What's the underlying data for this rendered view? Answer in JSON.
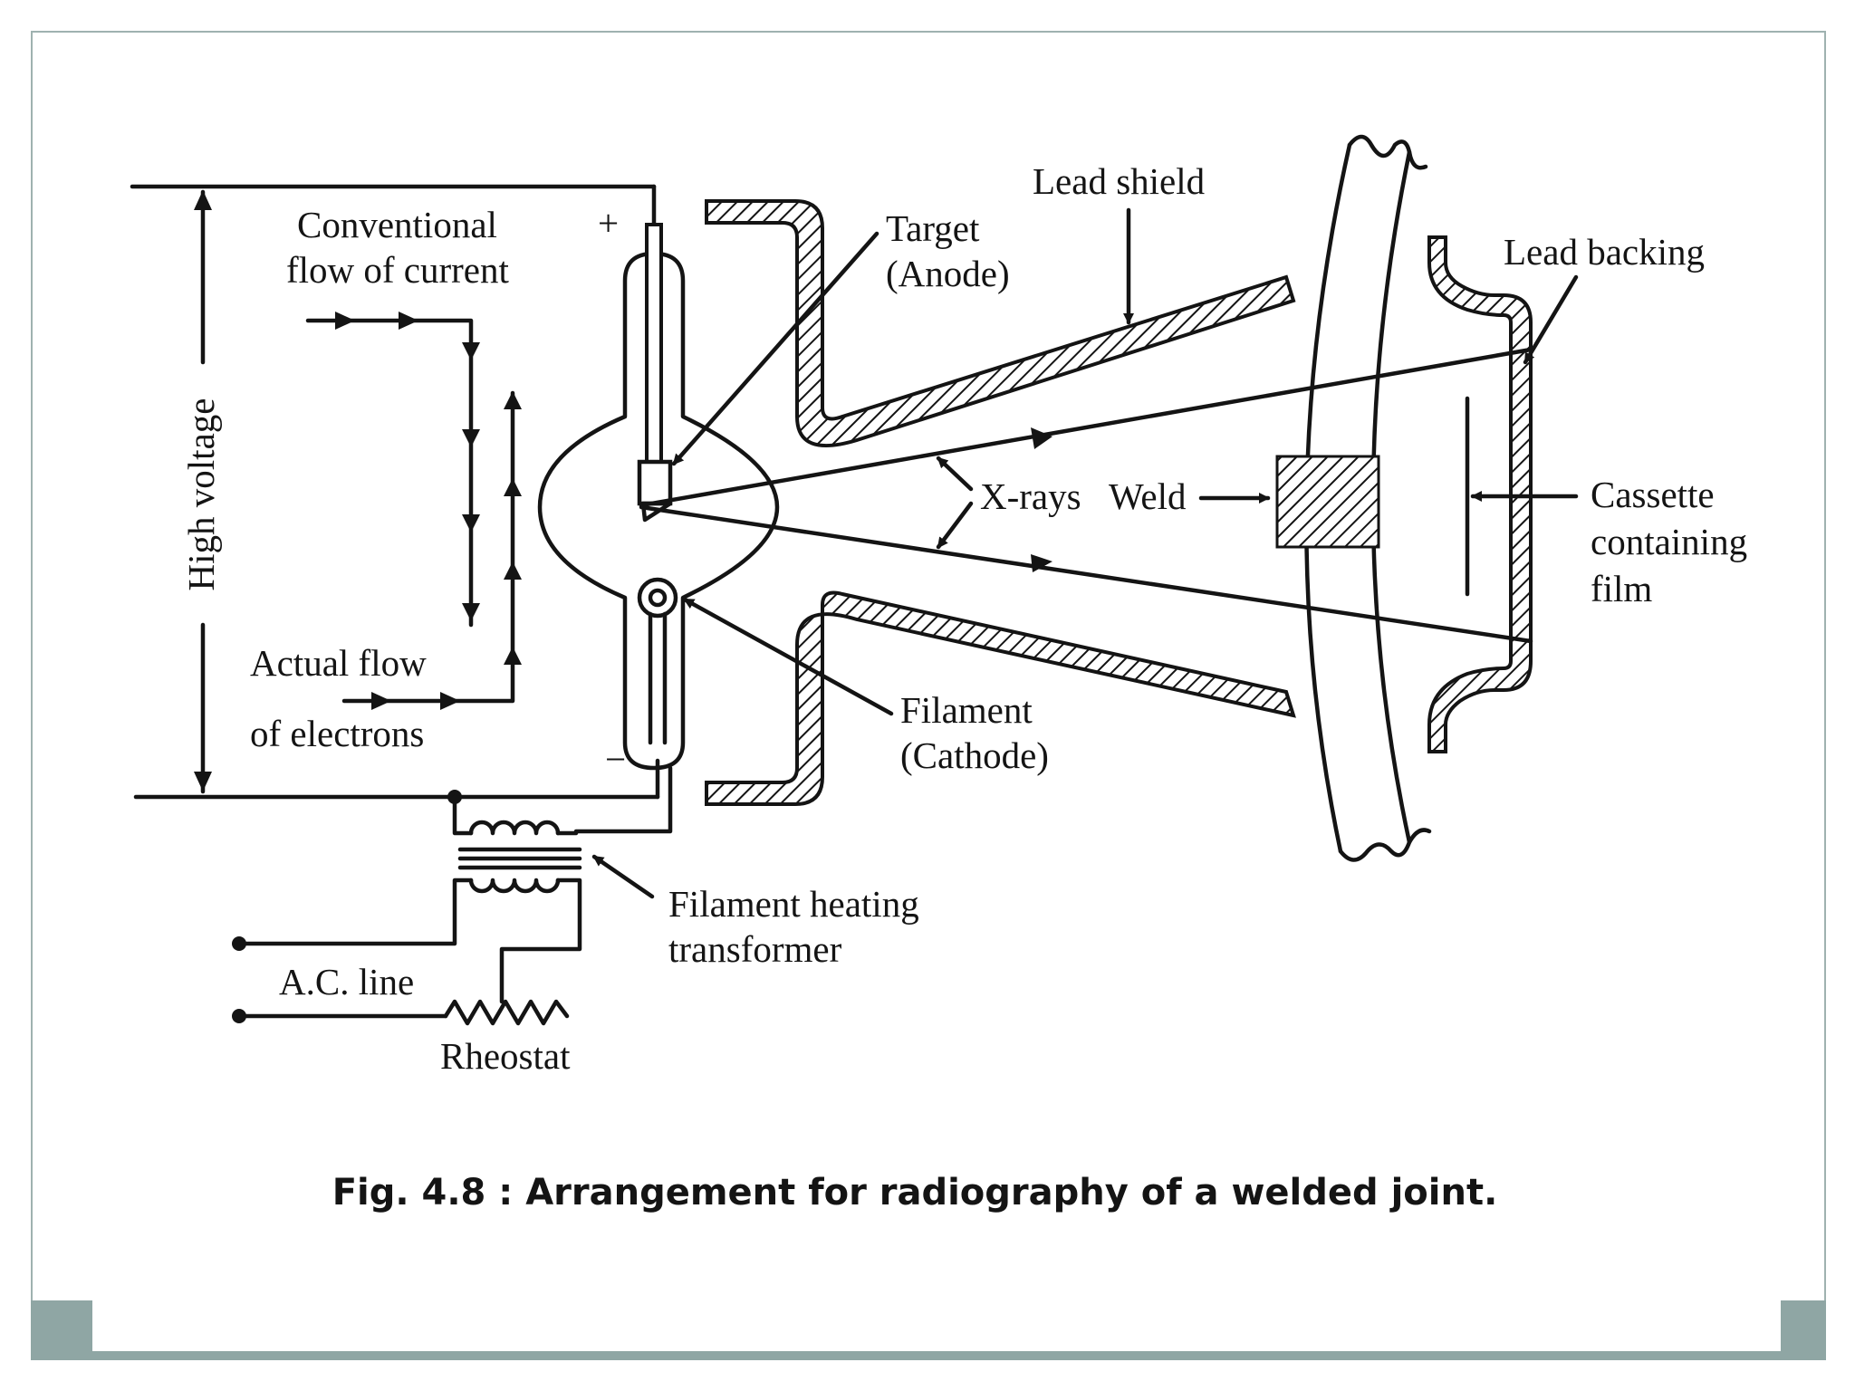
{
  "labels": {
    "high_voltage": "High voltage",
    "conventional_line1": "Conventional",
    "conventional_line2": "flow of current",
    "actual_line1": "Actual flow",
    "actual_line2": "of electrons",
    "plus": "+",
    "minus": "−",
    "target_line1": "Target",
    "target_line2": "(Anode)",
    "lead_shield": "Lead shield",
    "lead_backing": "Lead backing",
    "xrays": "X-rays",
    "weld": "Weld",
    "cassette_line1": "Cassette",
    "cassette_line2": "containing",
    "cassette_line3": "film",
    "filament_line1": "Filament",
    "filament_line2": "(Cathode)",
    "filament_transformer_line1": "Filament heating",
    "filament_transformer_line2": "transformer",
    "ac_line": "A.C. line",
    "rheostat": "Rheostat"
  },
  "caption": "Fig. 4.8 : Arrangement for radiography of a welded joint.",
  "colors": {
    "ink": "#141414",
    "frame": "#9fb2b0",
    "bar": "#8fa6a4"
  }
}
